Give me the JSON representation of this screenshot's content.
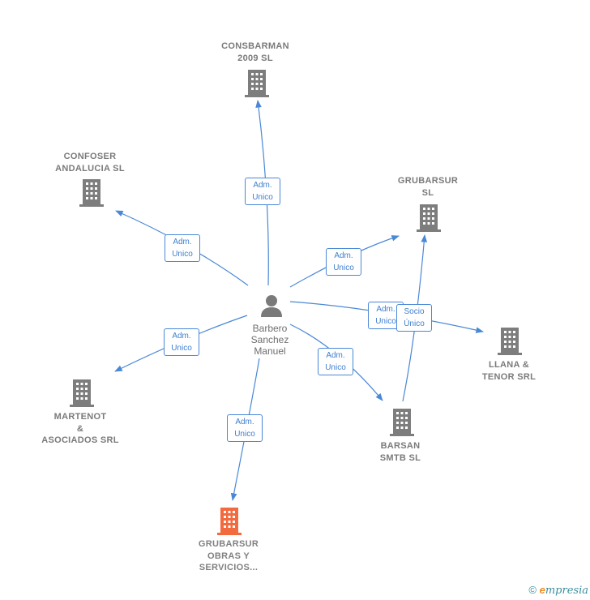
{
  "center": {
    "name": "Barbero\nSanchez\nManuel",
    "icon": "person-icon"
  },
  "companies": [
    {
      "id": "consbarman",
      "name": "CONSBARMAN\n2009 SL",
      "icon": "building-icon",
      "color": "#808080"
    },
    {
      "id": "confoser",
      "name": "CONFOSER\nANDALUCIA  SL",
      "icon": "building-icon",
      "color": "#808080"
    },
    {
      "id": "grubarsur",
      "name": "GRUBARSUR\nSL",
      "icon": "building-icon",
      "color": "#808080"
    },
    {
      "id": "llana",
      "name": "LLANA &\nTENOR SRL",
      "icon": "building-icon",
      "color": "#808080"
    },
    {
      "id": "martenot",
      "name": "MARTENOT\n&\nASOCIADOS SRL",
      "icon": "building-icon",
      "color": "#808080"
    },
    {
      "id": "barsan",
      "name": "BARSAN\nSMTB SL",
      "icon": "building-icon",
      "color": "#808080"
    },
    {
      "id": "grubarsur_obras",
      "name": "GRUBARSUR\nOBRAS Y\nSERVICIOS...",
      "icon": "building-icon",
      "color": "#f26a3d"
    }
  ],
  "relations": [
    {
      "from": "center",
      "to": "consbarman",
      "label": "Adm.\nUnico"
    },
    {
      "from": "center",
      "to": "confoser",
      "label": "Adm.\nUnico"
    },
    {
      "from": "center",
      "to": "grubarsur",
      "label": "Adm.\nUnico"
    },
    {
      "from": "center",
      "to": "llana",
      "label": "Adm.\nUnico"
    },
    {
      "from": "center",
      "to": "martenot",
      "label": "Adm.\nUnico"
    },
    {
      "from": "center",
      "to": "barsan",
      "label": "Adm.\nUnico"
    },
    {
      "from": "center",
      "to": "grubarsur_obras",
      "label": "Adm.\nUnico"
    },
    {
      "from": "barsan",
      "to": "grubarsur",
      "label": "Socio\nÚnico"
    }
  ],
  "footer": {
    "copyright": "©",
    "brand_first": "e",
    "brand_rest": "mpresia"
  },
  "colors": {
    "edge": "#4a88d6",
    "node": "#808080",
    "highlight": "#f26a3d"
  }
}
